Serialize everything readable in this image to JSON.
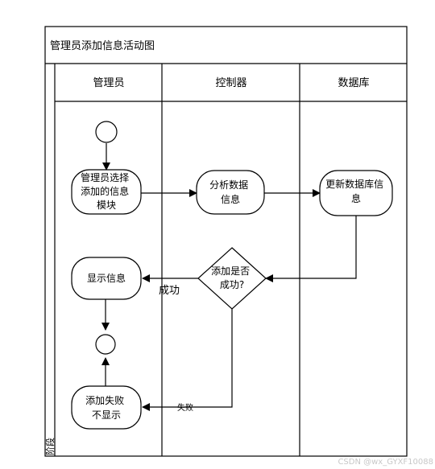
{
  "diagram": {
    "title": "管理员添加信息活动图",
    "phase_label": "阶段",
    "lanes": [
      {
        "label": "管理员"
      },
      {
        "label": "控制器"
      },
      {
        "label": "数据库"
      }
    ],
    "nodes": {
      "admin_select": [
        "管理员选择",
        "添加的信息",
        "模块"
      ],
      "analyze": [
        "分析数据",
        "信息"
      ],
      "update_db": [
        "更新数据库信",
        "息"
      ],
      "decision": [
        "添加是否",
        "成功?"
      ],
      "show_info": [
        "显示信息"
      ],
      "fail_hide": [
        "添加失败",
        "不显示"
      ]
    },
    "edges": {
      "success_label": "成功",
      "fail_label": "失败"
    },
    "watermark": "CSDN @wx_GYXF10088"
  }
}
